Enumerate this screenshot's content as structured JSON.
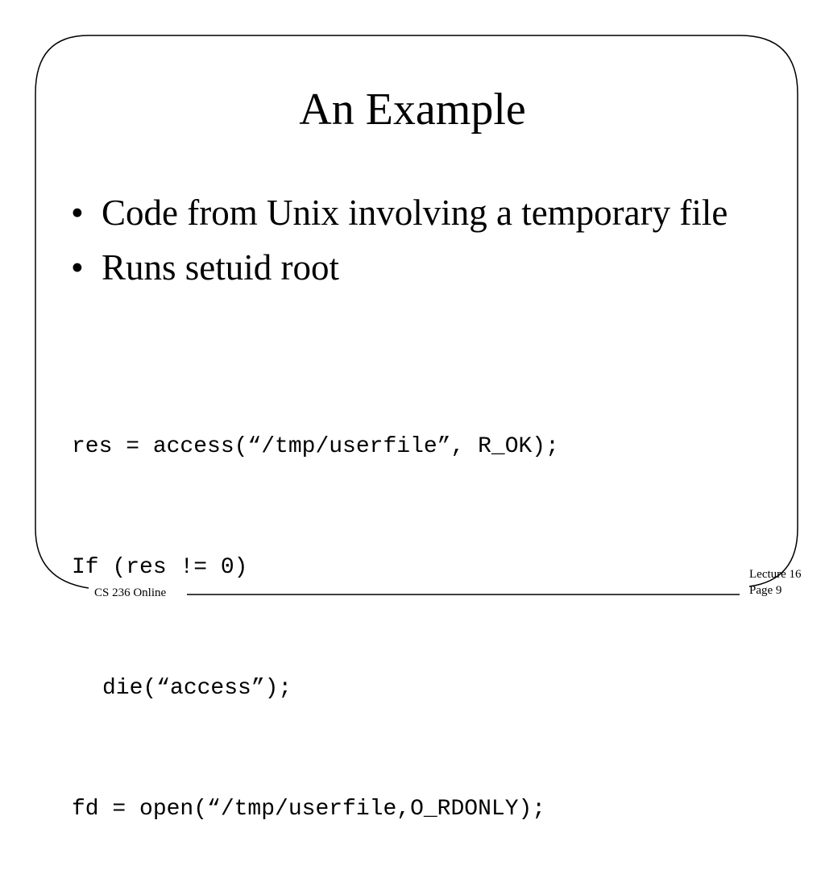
{
  "slide": {
    "title": "An Example",
    "bullets": [
      {
        "text": "Code from Unix involving a temporary file"
      },
      {
        "text": "Runs setuid root"
      }
    ],
    "bullet_symbol": "•",
    "code_lines": [
      "res = access(“/tmp/userfile”, R_OK);",
      "If (res != 0)",
      "die(“access”);",
      "fd = open(“/tmp/userfile,O_RDONLY);"
    ]
  },
  "footer": {
    "course": "CS 236 Online",
    "lecture": "Lecture 16",
    "page": "Page 9"
  }
}
